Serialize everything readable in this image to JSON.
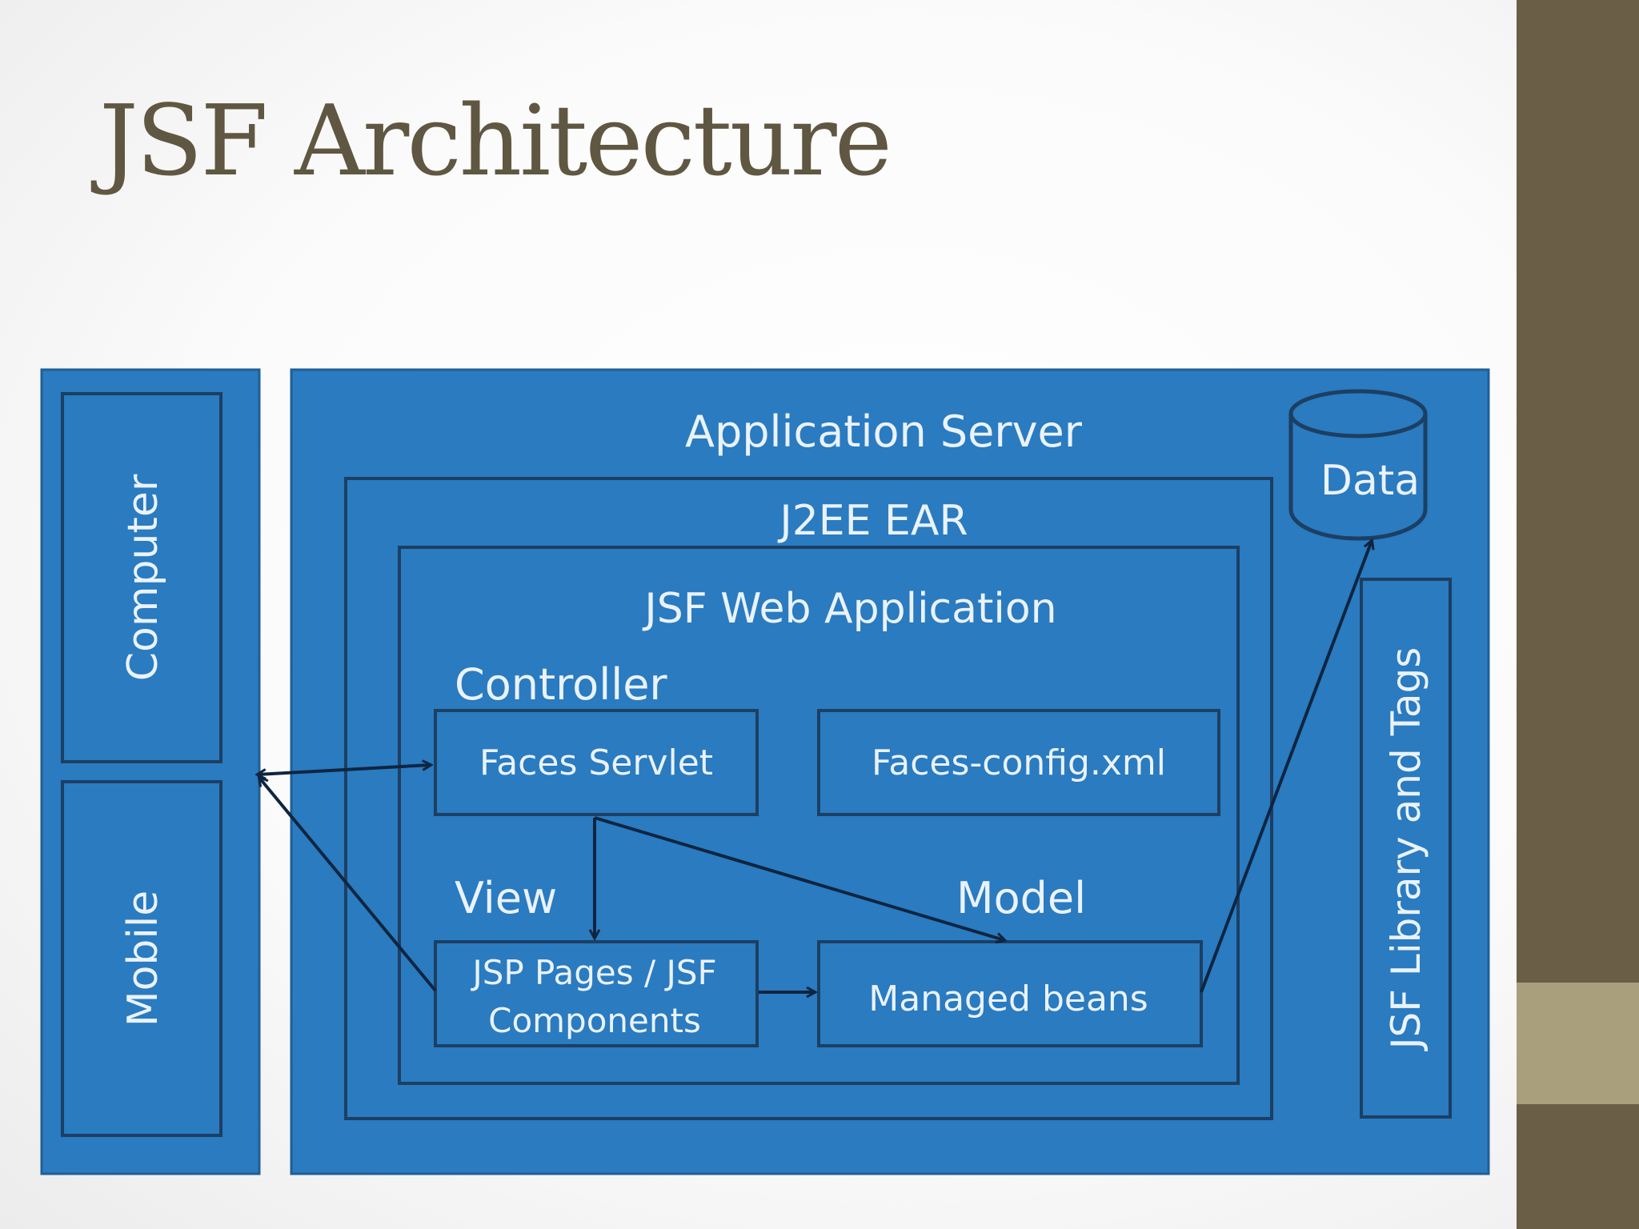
{
  "slide": {
    "title": "JSF Architecture"
  },
  "diagram": {
    "clients": [
      "Computer",
      "Mobile"
    ],
    "application_server": "Application Server",
    "j2ee_ear": "J2EE EAR",
    "jsf_web_application": "JSF Web Application",
    "sections": {
      "controller": "Controller",
      "view": "View",
      "model": "Model"
    },
    "faces_servlet": "Faces Servlet",
    "faces_config": "Faces-config.xml",
    "jsp_pages_line1": "JSP Pages / JSF",
    "jsp_pages_line2": "Components",
    "managed_beans": "Managed beans",
    "data": "Data",
    "jsf_library": "JSF Library and Tags"
  },
  "colors": {
    "box_fill": "#2a7bc0",
    "box_border": "#1c3f63",
    "arrow": "#0f2540",
    "title": "#5f5741",
    "side_bar": "#6a5e46",
    "side_accent": "#a99f7d"
  }
}
